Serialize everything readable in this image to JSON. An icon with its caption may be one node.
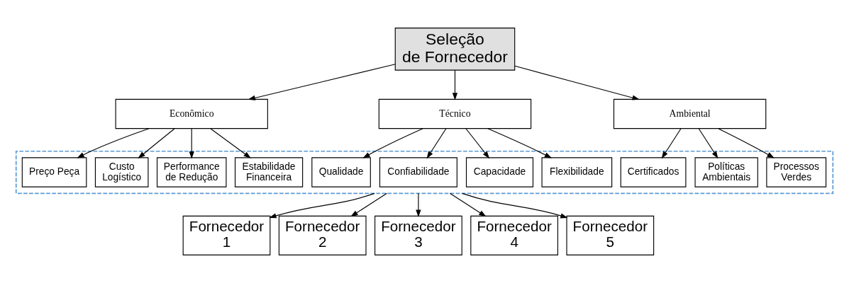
{
  "diagram": {
    "nodes": [
      {
        "text": [
          "Seleção de Fornecedor"
        ]
      },
      {
        "text": [
          "Econômico"
        ]
      },
      {
        "text": [
          "Técnico"
        ]
      },
      {
        "text": [
          "Ambiental"
        ]
      },
      {
        "text": [],
        "shape": "box"
      },
      {
        "text": [
          "Preço Peça"
        ],
        "in": 4
      },
      {
        "text": [
          "Custo Logístico"
        ],
        "in": 4
      },
      {
        "text": [
          "Performance de Redução"
        ],
        "in": 4
      },
      {
        "text": [
          "Estabilidade Financeira"
        ],
        "in": 4
      },
      {
        "text": [
          "Qualidade"
        ],
        "in": 4
      },
      {
        "text": [
          "Confiabilidade"
        ],
        "in": 4
      },
      {
        "text": [
          "Capacidade"
        ],
        "in": 4
      },
      {
        "text": [
          "Flexibilidade"
        ],
        "in": 4
      },
      {
        "text": [
          "Certificados"
        ],
        "in": 4
      },
      {
        "text": [
          "Políticas Ambientais"
        ],
        "in": 4
      },
      {
        "text": [
          "Processos Verdes"
        ],
        "in": 4
      },
      {
        "text": [
          "Fornecedor 1"
        ]
      },
      {
        "text": [
          "Fornecedor 2"
        ]
      },
      {
        "text": [
          "Fornecedor 3"
        ]
      },
      {
        "text": [
          "Fornecedor 4"
        ]
      },
      {
        "text": [
          "Fornecedor 5"
        ]
      }
    ],
    "edges": [
      {
        "from": 0,
        "to": 1,
        "arrow": "to"
      },
      {
        "from": 0,
        "to": 2,
        "arrow": "to"
      },
      {
        "from": 0,
        "to": 3,
        "arrow": "to"
      },
      {
        "from": 1,
        "to": 5,
        "arrow": "to"
      },
      {
        "from": 1,
        "to": 6,
        "arrow": "to"
      },
      {
        "from": 1,
        "to": 7,
        "arrow": "to"
      },
      {
        "from": 1,
        "to": 8,
        "arrow": "to"
      },
      {
        "from": 2,
        "to": 9,
        "arrow": "to"
      },
      {
        "from": 2,
        "to": 10,
        "arrow": "to"
      },
      {
        "from": 2,
        "to": 11,
        "arrow": "to"
      },
      {
        "from": 2,
        "to": 12,
        "arrow": "to"
      },
      {
        "from": 3,
        "to": 13,
        "arrow": "to"
      },
      {
        "from": 3,
        "to": 14,
        "arrow": "to"
      },
      {
        "from": 3,
        "to": 15,
        "arrow": "to"
      },
      {
        "from": 4,
        "to": 16,
        "arrow": "to"
      },
      {
        "from": 4,
        "to": 17,
        "arrow": "to"
      },
      {
        "from": 4,
        "to": 18,
        "arrow": "to"
      },
      {
        "from": 4,
        "to": 19,
        "arrow": "to"
      },
      {
        "from": 4,
        "to": 20,
        "arrow": "to"
      }
    ]
  }
}
